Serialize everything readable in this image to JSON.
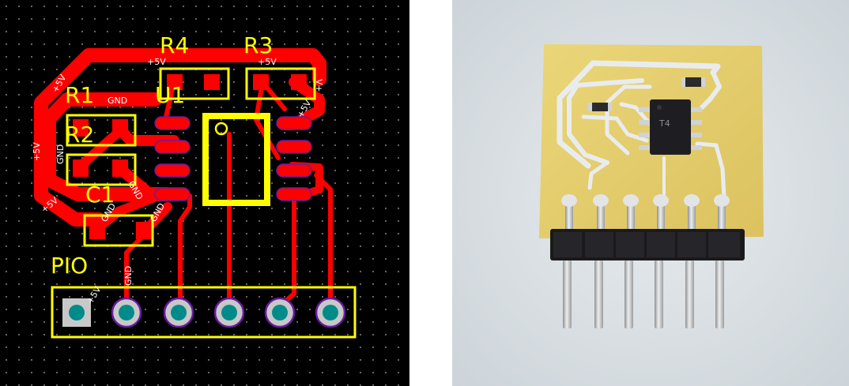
{
  "layout": {
    "labels": {
      "r4": "R4",
      "r3": "R3",
      "r1": "R1",
      "u1": "U1",
      "r2": "R2",
      "c1": "C1",
      "pio": "PIO"
    },
    "nets": {
      "vcc": "+5V",
      "gnd": "GND",
      "v_plus": "V+"
    },
    "colors": {
      "background": "#000000",
      "grid_dot": "#6f6f6f",
      "copper": "#ff0000",
      "silkscreen": "#ffff00",
      "pad_outline": "#6a1aa0",
      "drill": "#008b8b",
      "net_label": "#ffffff"
    }
  },
  "photo": {
    "colors": {
      "background": "#dde3e7",
      "substrate": "#e6cf6e",
      "copper_trace": "#e9ecef",
      "chip": "#1e1e22",
      "header": "#1a1a1c",
      "pin": "#c9cbcd"
    },
    "chip_marking": "T4"
  }
}
